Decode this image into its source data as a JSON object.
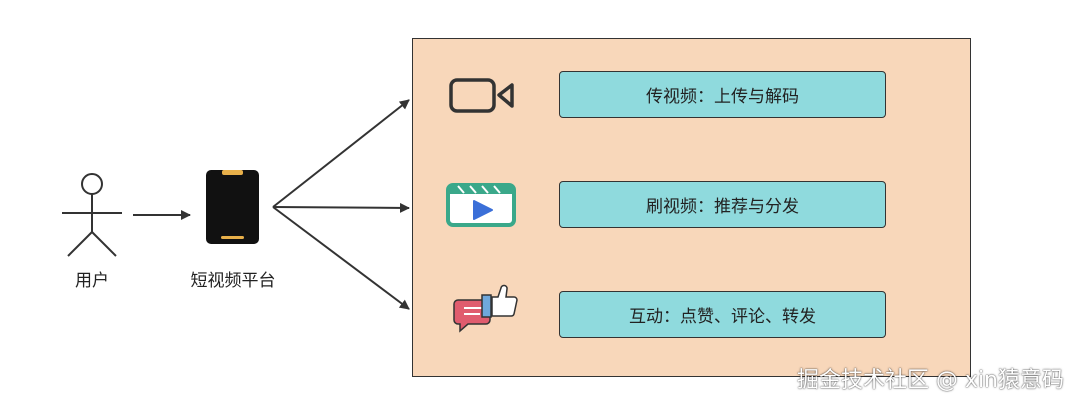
{
  "user": {
    "label": "用户"
  },
  "platform": {
    "label": "短视频平台"
  },
  "features": [
    {
      "label": "传视频：上传与解码",
      "icon": "video-camera-icon"
    },
    {
      "label": "刷视频：推荐与分发",
      "icon": "video-play-icon"
    },
    {
      "label": "互动：点赞、评论、转发",
      "icon": "thumbs-up-comment-icon"
    }
  ],
  "watermark": "掘金技术社区 @ xin猿意码",
  "colors": {
    "panel": "#f8d7ba",
    "feature_box": "#8fdadd",
    "phone": "#111111",
    "phone_accent": "#e8b04a",
    "play_icon_green": "#3aa88a",
    "play_icon_blue": "#3b6fd8",
    "chat_pink": "#e05c6e",
    "thumb_blue": "#6fa8dc"
  }
}
